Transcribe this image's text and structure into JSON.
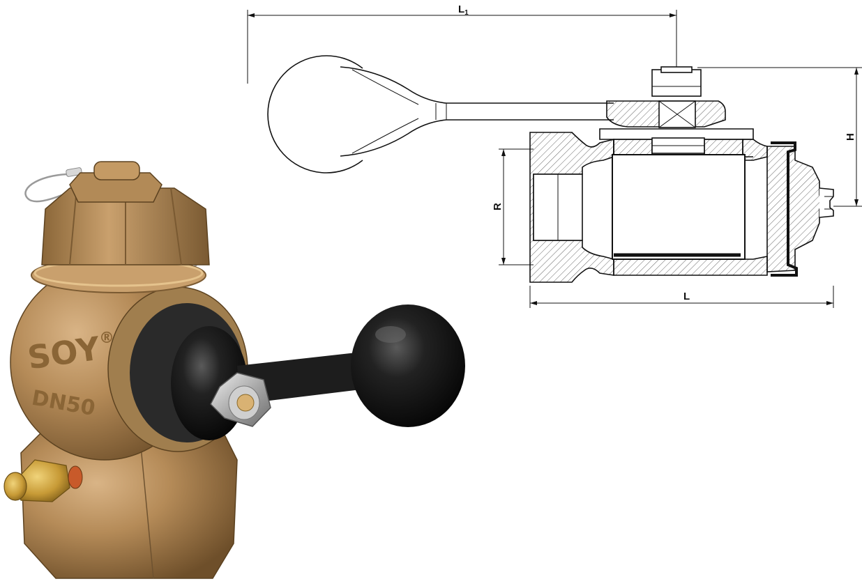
{
  "diagram": {
    "dimensions": {
      "l1": {
        "main": "L",
        "sub": "1"
      },
      "h": "H",
      "r": "R",
      "l": "L"
    }
  },
  "photo": {
    "brand_cast": "SOY",
    "registered_mark": "®",
    "size_cast": "DN50"
  },
  "colors": {
    "line": "#111111",
    "bronze": "#b08a55",
    "handle": "#1a1a1a"
  }
}
